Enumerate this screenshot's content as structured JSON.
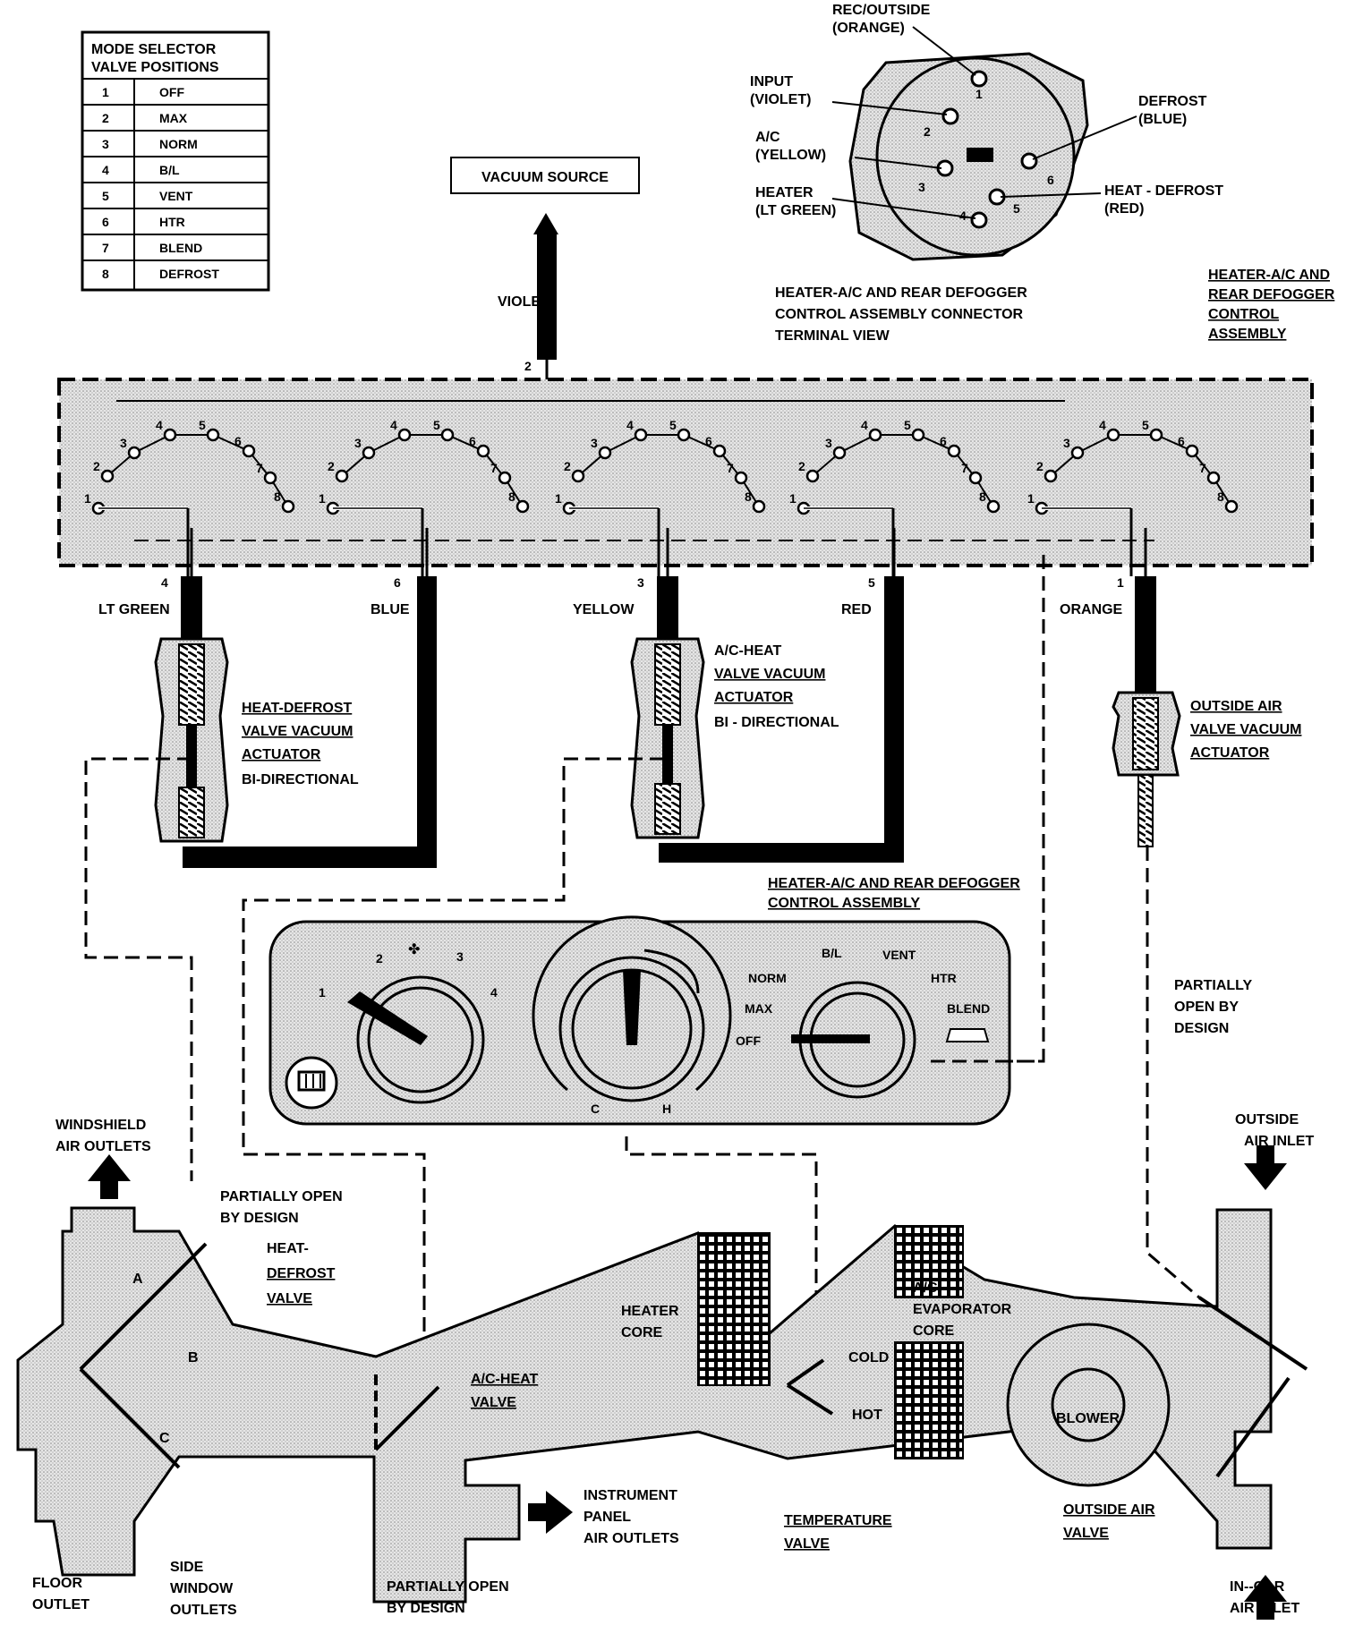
{
  "mode_table": {
    "title_line1": "MODE SELECTOR",
    "title_line2": "VALVE POSITIONS",
    "rows": [
      {
        "n": "1",
        "pos": "OFF"
      },
      {
        "n": "2",
        "pos": "MAX"
      },
      {
        "n": "3",
        "pos": "NORM"
      },
      {
        "n": "4",
        "pos": "B/L"
      },
      {
        "n": "5",
        "pos": "VENT"
      },
      {
        "n": "6",
        "pos": "HTR"
      },
      {
        "n": "7",
        "pos": "BLEND"
      },
      {
        "n": "8",
        "pos": "DEFROST"
      }
    ]
  },
  "vacuum_source": "VACUUM SOURCE",
  "violet_hose": {
    "label": "VIOLET",
    "port": "2"
  },
  "connector": {
    "terminals": [
      {
        "label_line1": "REC/OUTSIDE",
        "label_line2": "(ORANGE)",
        "num": "1"
      },
      {
        "label_line1": "INPUT",
        "label_line2": "(VIOLET)",
        "num": "2"
      },
      {
        "label_line1": "A/C",
        "label_line2": "(YELLOW)",
        "num": "3"
      },
      {
        "label_line1": "HEATER",
        "label_line2": "(LT GREEN)",
        "num": "4"
      },
      {
        "label_line1": "DEFROST",
        "label_line2": "(BLUE)",
        "num": "6"
      },
      {
        "label_line1": "HEAT - DEFROST",
        "label_line2": "(RED)",
        "num": "5"
      }
    ],
    "caption_line1": "HEATER-A/C AND REAR DEFOGGER",
    "caption_line2": "CONTROL ASSEMBLY CONNECTOR",
    "caption_line3": "TERMINAL VIEW"
  },
  "control_assembly_label": {
    "line1": "HEATER-A/C AND",
    "line2": "REAR DEFOGGER",
    "line3": "CONTROL",
    "line4": "ASSEMBLY"
  },
  "hoses": [
    {
      "port": "4",
      "color": "LT GREEN"
    },
    {
      "port": "6",
      "color": "BLUE"
    },
    {
      "port": "3",
      "color": "YELLOW"
    },
    {
      "port": "5",
      "color": "RED"
    },
    {
      "port": "1",
      "color": "ORANGE"
    }
  ],
  "actuators": {
    "heat_defrost": {
      "line1": "HEAT-DEFROST",
      "line2": "VALVE VACUUM",
      "line3": "ACTUATOR",
      "line4": "BI-DIRECTIONAL"
    },
    "ac_heat": {
      "line1": "A/C-HEAT",
      "line2": "VALVE VACUUM",
      "line3": "ACTUATOR",
      "line4": "BI - DIRECTIONAL"
    },
    "outside_air": {
      "line1": "OUTSIDE AIR",
      "line2": "VALVE VACUUM",
      "line3": "ACTUATOR"
    }
  },
  "panel": {
    "title_line1": "HEATER-A/C AND REAR DEFOGGER",
    "title_line2": "CONTROL ASSEMBLY",
    "fan_labels": [
      "1",
      "2",
      "3",
      "4"
    ],
    "temp_labels": {
      "cold": "C",
      "hot": "H"
    },
    "mode_labels": {
      "off": "OFF",
      "max": "MAX",
      "norm": "NORM",
      "bl": "B/L",
      "vent": "VENT",
      "htr": "HTR",
      "blend": "BLEND"
    }
  },
  "airflow": {
    "partially_open_by_design_right": {
      "line1": "PARTIALLY",
      "line2": "OPEN BY",
      "line3": "DESIGN"
    },
    "windshield": {
      "line1": "WINDSHIELD",
      "line2": "AIR OUTLETS"
    },
    "outside_air_inlet": {
      "line1": "OUTSIDE",
      "line2": "AIR INLET"
    },
    "partially_open_top": {
      "line1": "PARTIALLY OPEN",
      "line2": "BY DESIGN"
    },
    "heat_defrost_valve": {
      "line1": "HEAT-",
      "line2": "DEFROST",
      "line3": "VALVE"
    },
    "heater_core": {
      "line1": "HEATER",
      "line2": "CORE"
    },
    "evaporator": {
      "line1": "A/C",
      "line2": "EVAPORATOR",
      "line3": "CORE"
    },
    "cold": "COLD",
    "hot": "HOT",
    "blower": "BLOWER",
    "ac_heat_valve": {
      "line1": "A/C-HEAT",
      "line2": "VALVE"
    },
    "instrument_panel": {
      "line1": "INSTRUMENT",
      "line2": "PANEL",
      "line3": "AIR OUTLETS"
    },
    "temperature_valve": {
      "line1": "TEMPERATURE",
      "line2": "VALVE"
    },
    "outside_air_valve": {
      "line1": "OUTSIDE AIR",
      "line2": "VALVE"
    },
    "floor_outlet": {
      "line1": "FLOOR",
      "line2": "OUTLET"
    },
    "side_window": {
      "line1": "SIDE",
      "line2": "WINDOW",
      "line3": "OUTLETS"
    },
    "partially_open_bottom": {
      "line1": "PARTIALLY OPEN",
      "line2": "BY DESIGN"
    },
    "in_car_inlet": {
      "line1": "IN--CAR",
      "line2": "AIR INLET"
    },
    "door_letters": {
      "a": "A",
      "b": "B",
      "c": "C"
    }
  }
}
